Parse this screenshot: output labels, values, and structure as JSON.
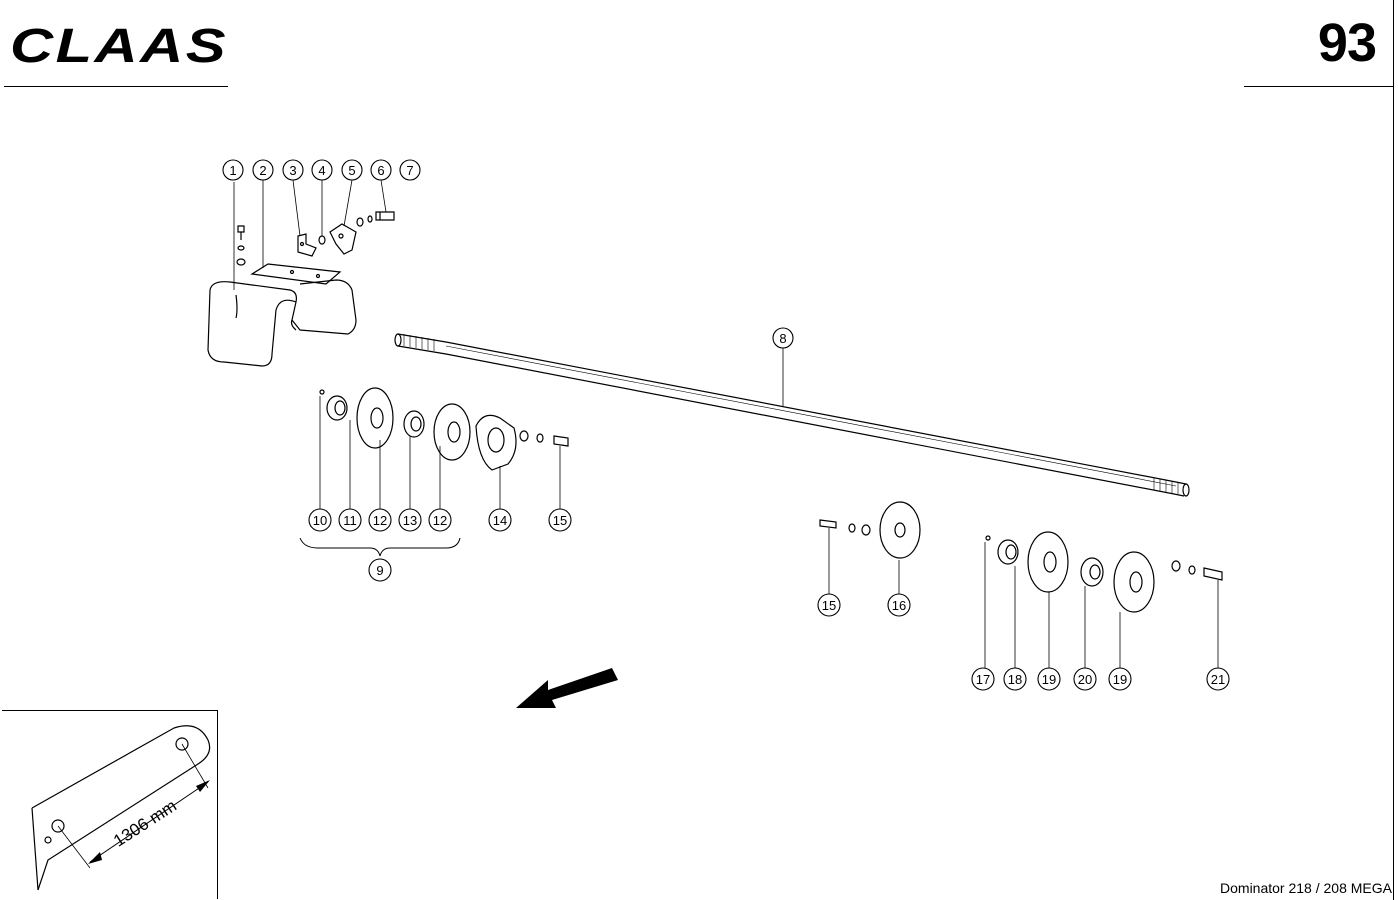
{
  "header": {
    "brand": "CLAAS",
    "page_number": "93"
  },
  "footer": {
    "model": "Dominator 218 / 208 MEGA"
  },
  "inset": {
    "dimension": "1306 mm"
  },
  "callouts": {
    "c1": "1",
    "c2": "2",
    "c3": "3",
    "c4": "4",
    "c5": "5",
    "c6": "6",
    "c7": "7",
    "c8": "8",
    "c9": "9",
    "c10": "10",
    "c11": "11",
    "c12a": "12",
    "c13": "13",
    "c12b": "12",
    "c14": "14",
    "c15a": "15",
    "c15b": "15",
    "c16": "16",
    "c17": "17",
    "c18": "18",
    "c19a": "19",
    "c20": "20",
    "c19b": "19",
    "c21": "21"
  },
  "colors": {
    "ink": "#000000",
    "paper": "#ffffff"
  }
}
